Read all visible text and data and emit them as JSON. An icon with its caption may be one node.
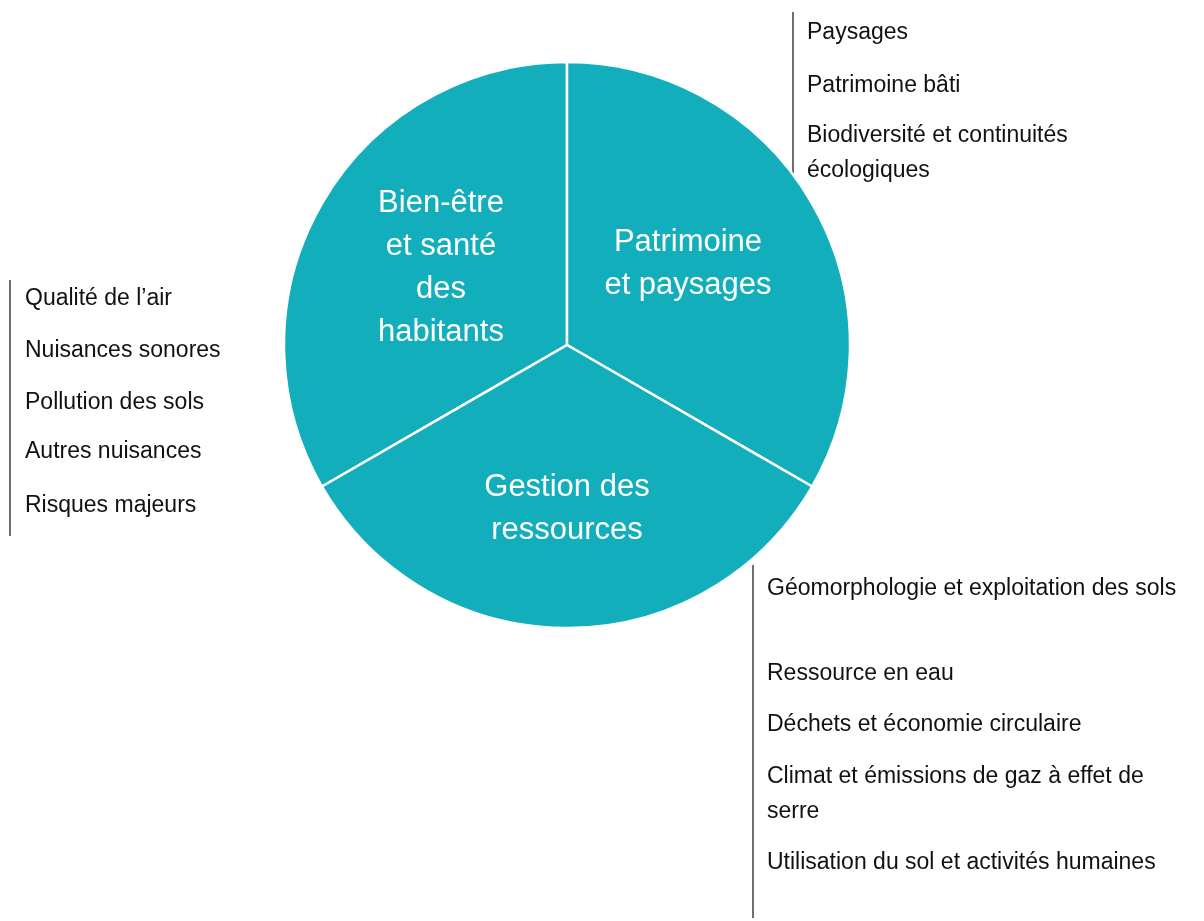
{
  "diagram": {
    "nodes": [
      {
        "text": [
          "Bien-être et santé des habitants"
        ]
      },
      {
        "text": [
          "Patrimoine et paysages"
        ]
      },
      {
        "text": [
          "Gestion des ressources"
        ]
      }
    ],
    "edges": [],
    "labels": [
      "Paysages",
      "Patrimoine bâti",
      "Biodiversité et continuités écologiques",
      "Qualité de l’air",
      "Nuisances sonores",
      "Pollution des sols",
      "Autres nuisances",
      "Risques majeurs",
      "Géomorphologie et exploitation des sols",
      "Ressource en eau",
      "Déchets et économie circulaire",
      "Climat et émissions de gaz à effet de serre",
      "Utilisation du sol et activités humaines"
    ]
  }
}
